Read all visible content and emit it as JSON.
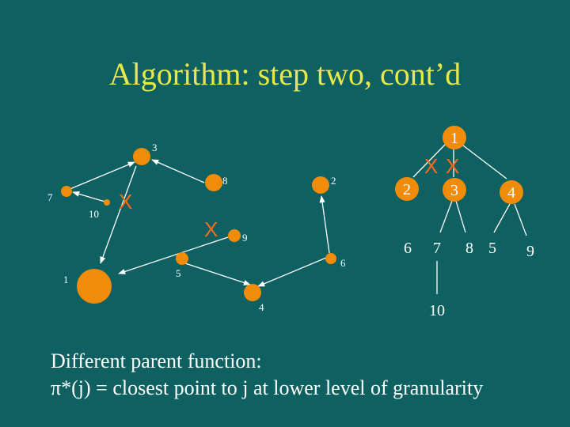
{
  "title": "Algorithm: step two, cont’d",
  "graph": {
    "node_labels": [
      "3",
      "8",
      "2",
      "7",
      "10",
      "9",
      "6",
      "5",
      "1",
      "4"
    ],
    "x_marks": [
      "X",
      "X"
    ]
  },
  "tree": {
    "root": "1",
    "level1": [
      "2",
      "3",
      "4"
    ],
    "level2": [
      "6",
      "7",
      "8",
      "5",
      "9"
    ],
    "level3": [
      "10"
    ],
    "x_marks": [
      "X",
      "X"
    ]
  },
  "caption": {
    "line1": "Different parent function:",
    "line2": "π*(j) = closest point to j at lower level of granularity"
  },
  "colors": {
    "background": "#0f6060",
    "node": "#f08c0a",
    "title": "#e8e84a",
    "text": "#ffffff",
    "x_mark": "#ff6a1a"
  }
}
